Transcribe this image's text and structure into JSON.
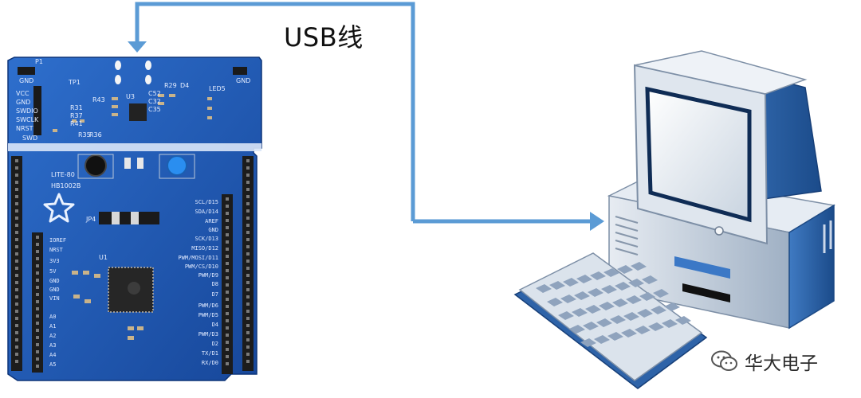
{
  "diagram": {
    "connection_label": "USB线",
    "source": "development-board",
    "target": "computer"
  },
  "board": {
    "top_labels": [
      "GND",
      "P1",
      "GND",
      "VCC",
      "GND",
      "SWDIO",
      "SWCLK",
      "NRST",
      "SWD",
      "TP1",
      "R29",
      "D4",
      "LED5",
      "U3",
      "C52",
      "C32",
      "C35",
      "R31",
      "R37",
      "R41",
      "R43",
      "R35",
      "R36"
    ],
    "mid_labels": [
      "LITE-80",
      "HB1002B",
      "JP4",
      "U1"
    ],
    "left_pins": [
      "IOREF",
      "NRST",
      "3V3",
      "5V",
      "GND",
      "GND",
      "VIN",
      "A0",
      "A1",
      "A2",
      "A3",
      "A4",
      "A5"
    ],
    "right_pins": [
      "SCL/D15",
      "SDA/D14",
      "AREF",
      "GND",
      "SCK/D13",
      "MISO/D12",
      "PWM/MOSI/D11",
      "PWM/CS/D10",
      "PWM/D9",
      "D8",
      "D7",
      "PWM/D6",
      "PWM/D5",
      "D4",
      "PWM/D3",
      "D2",
      "TX/D1",
      "RX/D0"
    ]
  },
  "watermark": {
    "text": "华大电子",
    "icon": "wechat-icon"
  },
  "colors": {
    "arrow": "#5b9bd5",
    "pcb": "#1f5bb5",
    "computer_body": "#bfc9d6",
    "computer_accent": "#2a5fa0"
  }
}
